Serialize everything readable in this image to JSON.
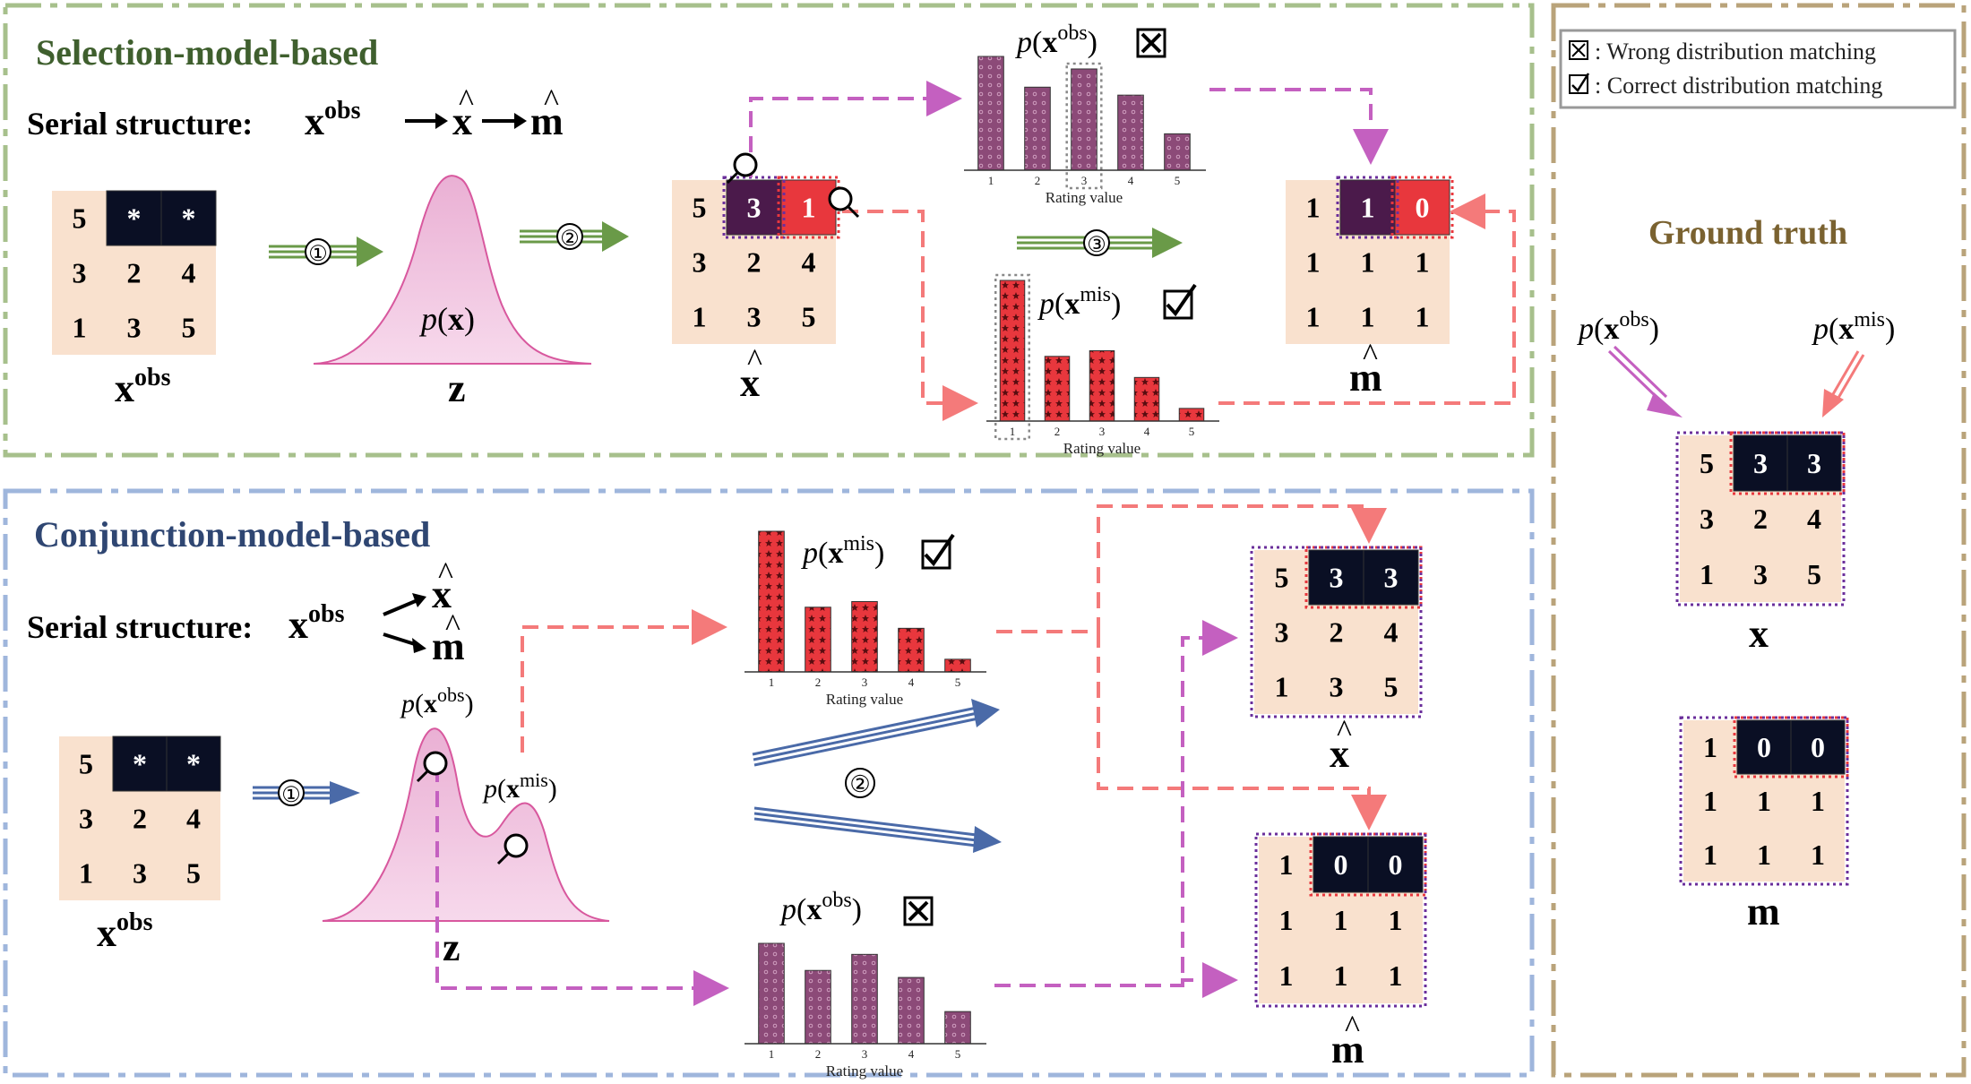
{
  "panels": {
    "selection": {
      "title": "Selection-model-based",
      "serial_label": "Serial structure:"
    },
    "conjunction": {
      "title": "Conjunction-model-based",
      "serial_label": "Serial structure:"
    },
    "ground_truth": {
      "title": "Ground truth"
    }
  },
  "legend": {
    "wrong": ": Wrong distribution matching",
    "correct": ": Correct distribution matching"
  },
  "symbols": {
    "obs_sup": "obs",
    "mis_sup": "mis",
    "z": "z",
    "x": "x",
    "m": "m"
  },
  "steps": {
    "s1": "①",
    "s2": "②",
    "s3": "③"
  },
  "colors": {
    "cell_bg": "#f9e1ce",
    "dark_cell": "#0a0f24",
    "purple_cell": "#4b1a4b",
    "red_cell": "#e8373d",
    "selection_accent": "#6a9a48",
    "conjunction_accent": "#4a6aa8",
    "ground_truth_accent": "#b9a37a",
    "obs_arrow": "#c460c0",
    "mis_arrow": "#f47a7a"
  },
  "matrices": {
    "sel_xobs": [
      [
        "5",
        "*",
        "*"
      ],
      [
        "3",
        "2",
        "4"
      ],
      [
        "1",
        "3",
        "5"
      ]
    ],
    "sel_xhat": [
      [
        "5",
        "3",
        "1"
      ],
      [
        "3",
        "2",
        "4"
      ],
      [
        "1",
        "3",
        "5"
      ]
    ],
    "sel_mhat": [
      [
        "1",
        "1",
        "0"
      ],
      [
        "1",
        "1",
        "1"
      ],
      [
        "1",
        "1",
        "1"
      ]
    ],
    "con_xobs": [
      [
        "5",
        "*",
        "*"
      ],
      [
        "3",
        "2",
        "4"
      ],
      [
        "1",
        "3",
        "5"
      ]
    ],
    "con_xhat": [
      [
        "5",
        "3",
        "3"
      ],
      [
        "3",
        "2",
        "4"
      ],
      [
        "1",
        "3",
        "5"
      ]
    ],
    "con_mhat": [
      [
        "1",
        "0",
        "0"
      ],
      [
        "1",
        "1",
        "1"
      ],
      [
        "1",
        "1",
        "1"
      ]
    ],
    "gt_x": [
      [
        "5",
        "3",
        "3"
      ],
      [
        "3",
        "2",
        "4"
      ],
      [
        "1",
        "3",
        "5"
      ]
    ],
    "gt_m": [
      [
        "1",
        "0",
        "0"
      ],
      [
        "1",
        "1",
        "1"
      ],
      [
        "1",
        "1",
        "1"
      ]
    ]
  },
  "chart_data": [
    {
      "type": "bar",
      "id": "sel_obs",
      "categories": [
        "1",
        "2",
        "3",
        "4",
        "5"
      ],
      "values": [
        1.0,
        0.73,
        0.89,
        0.66,
        0.32
      ],
      "xlabel": "Rating value",
      "highlight": "3",
      "pattern": "obs"
    },
    {
      "type": "bar",
      "id": "sel_mis",
      "categories": [
        "1",
        "2",
        "3",
        "4",
        "5"
      ],
      "values": [
        1.0,
        0.46,
        0.5,
        0.31,
        0.09
      ],
      "xlabel": "Rating value",
      "highlight": "1",
      "pattern": "mis"
    },
    {
      "type": "bar",
      "id": "con_mis",
      "categories": [
        "1",
        "2",
        "3",
        "4",
        "5"
      ],
      "values": [
        1.0,
        0.46,
        0.5,
        0.31,
        0.09
      ],
      "xlabel": "Rating value",
      "pattern": "mis"
    },
    {
      "type": "bar",
      "id": "con_obs",
      "categories": [
        "1",
        "2",
        "3",
        "4",
        "5"
      ],
      "values": [
        1.0,
        0.73,
        0.89,
        0.66,
        0.32
      ],
      "xlabel": "Rating value",
      "pattern": "obs"
    }
  ]
}
